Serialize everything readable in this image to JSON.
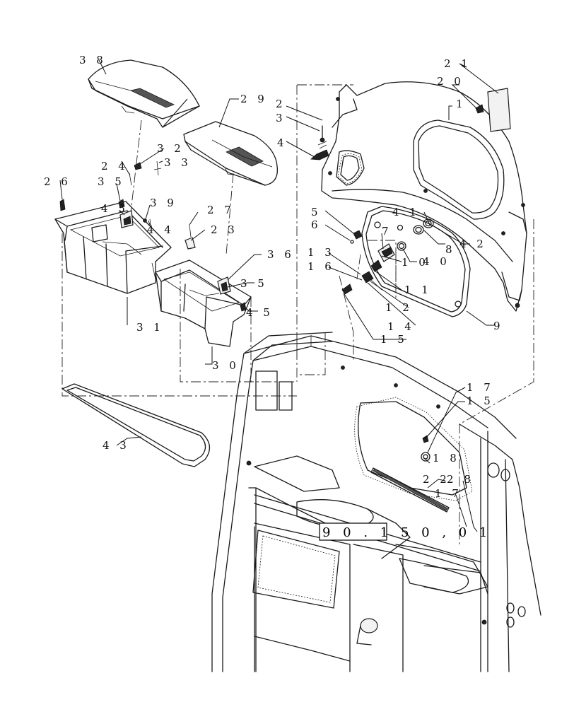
{
  "callouts": {
    "c1": "1",
    "c2": "2",
    "c3": "3",
    "c4": "4",
    "c5": "5",
    "c6": "6",
    "c7": "7",
    "c8": "8",
    "c9": "9",
    "c10": "1 0",
    "c11": "1 1",
    "c12": "1 2",
    "c13": "1 3",
    "c14": "1 4",
    "c15a": "1 5",
    "c15b": "1 5",
    "c16": "1 6",
    "c17a": "1 7",
    "c17b": "1 7",
    "c18": "1 8",
    "c20": "2 0",
    "c21": "2 1",
    "c22": "2 2",
    "c23": "2 3",
    "c24": "2 4",
    "c26": "2 6",
    "c27": "2 7",
    "c28": "2 8",
    "c29": "2 9",
    "c30": "3 0",
    "c31": "3 1",
    "c32": "3 2",
    "c33": "3 3",
    "c35a": "3 5",
    "c35b": "3 5",
    "c36": "3 6",
    "c38": "3 8",
    "c39": "3 9",
    "c40": "4 0",
    "c41": "4 1",
    "c42": "4 2",
    "c43": "4 3",
    "c44": "4 4",
    "c45a": "4 5",
    "c45b": "4 5"
  },
  "reference_box": "9 0 . 1 5 0 , 0 1"
}
